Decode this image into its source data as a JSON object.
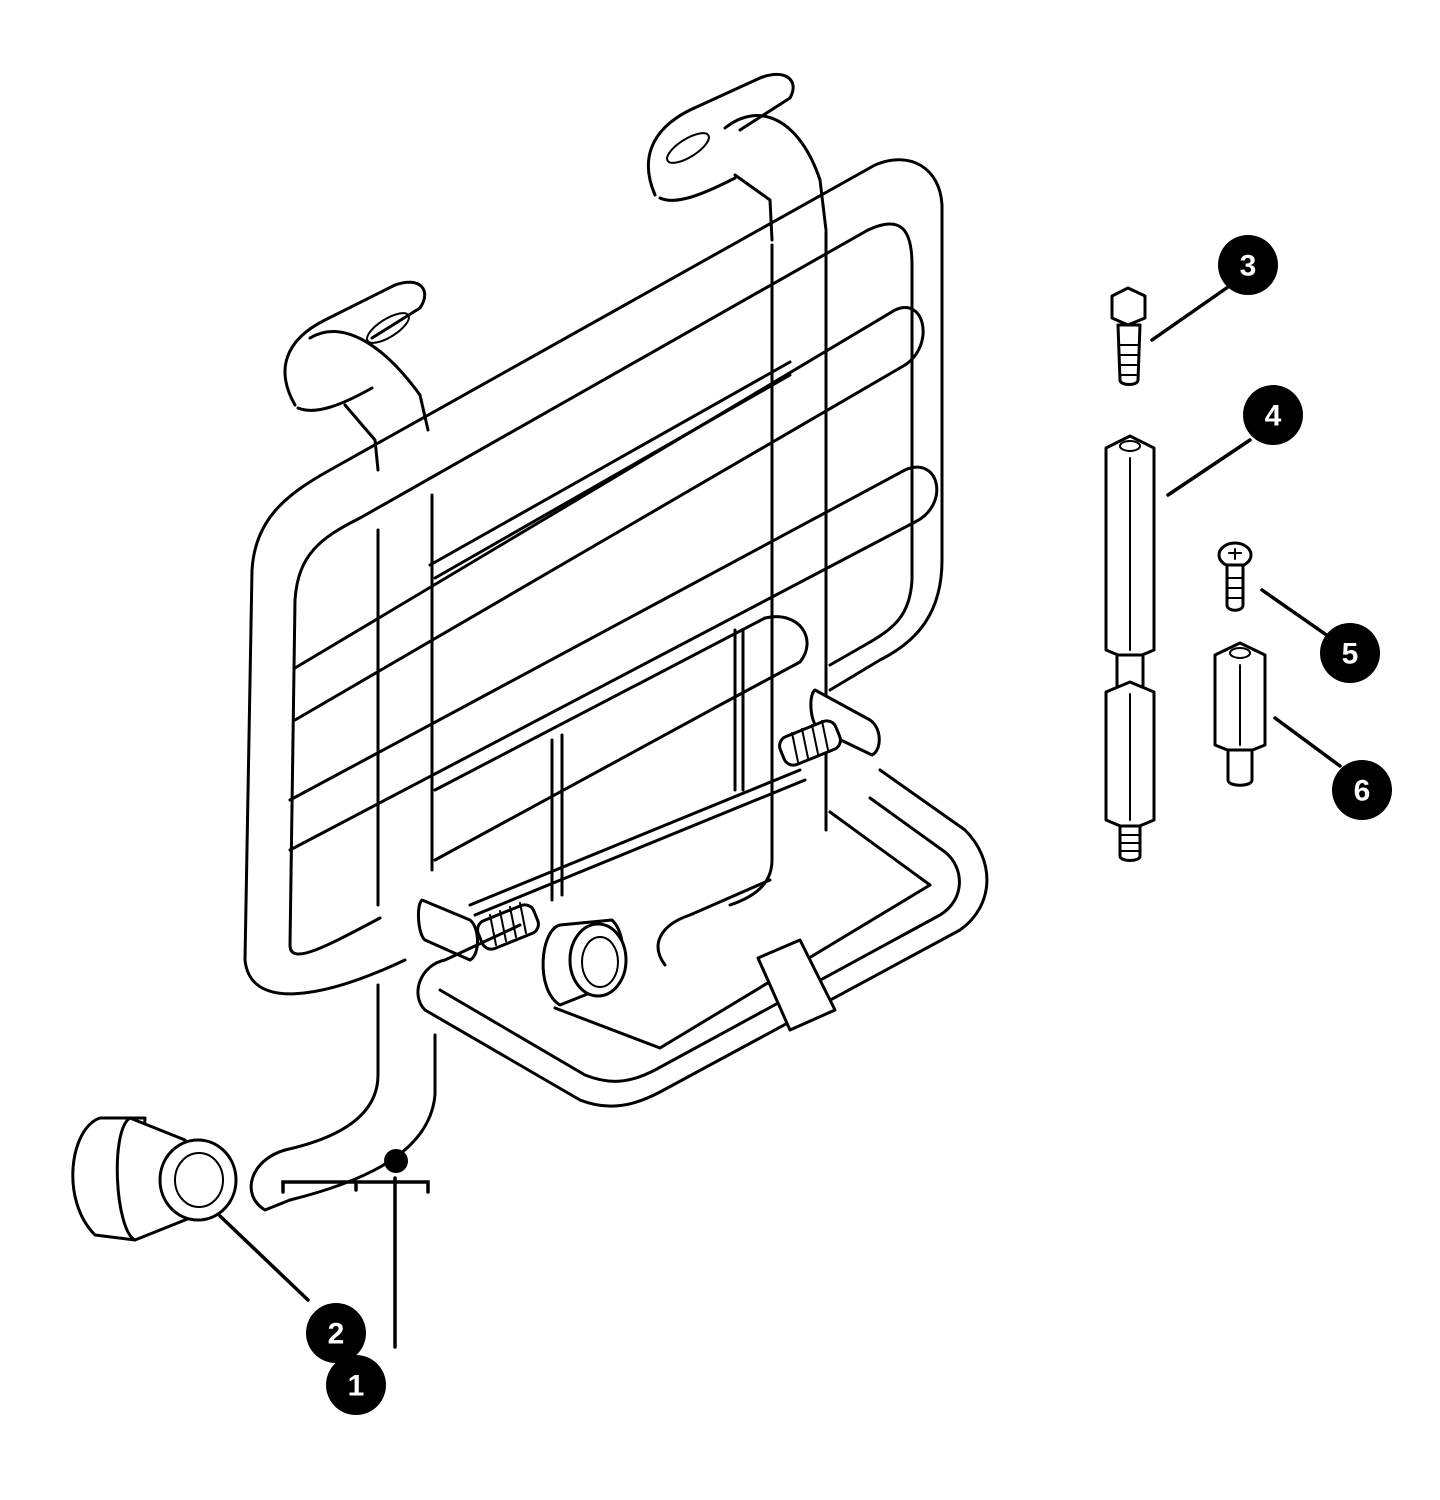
{
  "diagram": {
    "callouts": [
      {
        "id": "callout-1",
        "label": "1"
      },
      {
        "id": "callout-2",
        "label": "2"
      },
      {
        "id": "callout-3",
        "label": "3"
      },
      {
        "id": "callout-4",
        "label": "4"
      },
      {
        "id": "callout-5",
        "label": "5"
      },
      {
        "id": "callout-6",
        "label": "6"
      }
    ]
  },
  "colors": {
    "ink": "#000000",
    "background": "#ffffff"
  }
}
